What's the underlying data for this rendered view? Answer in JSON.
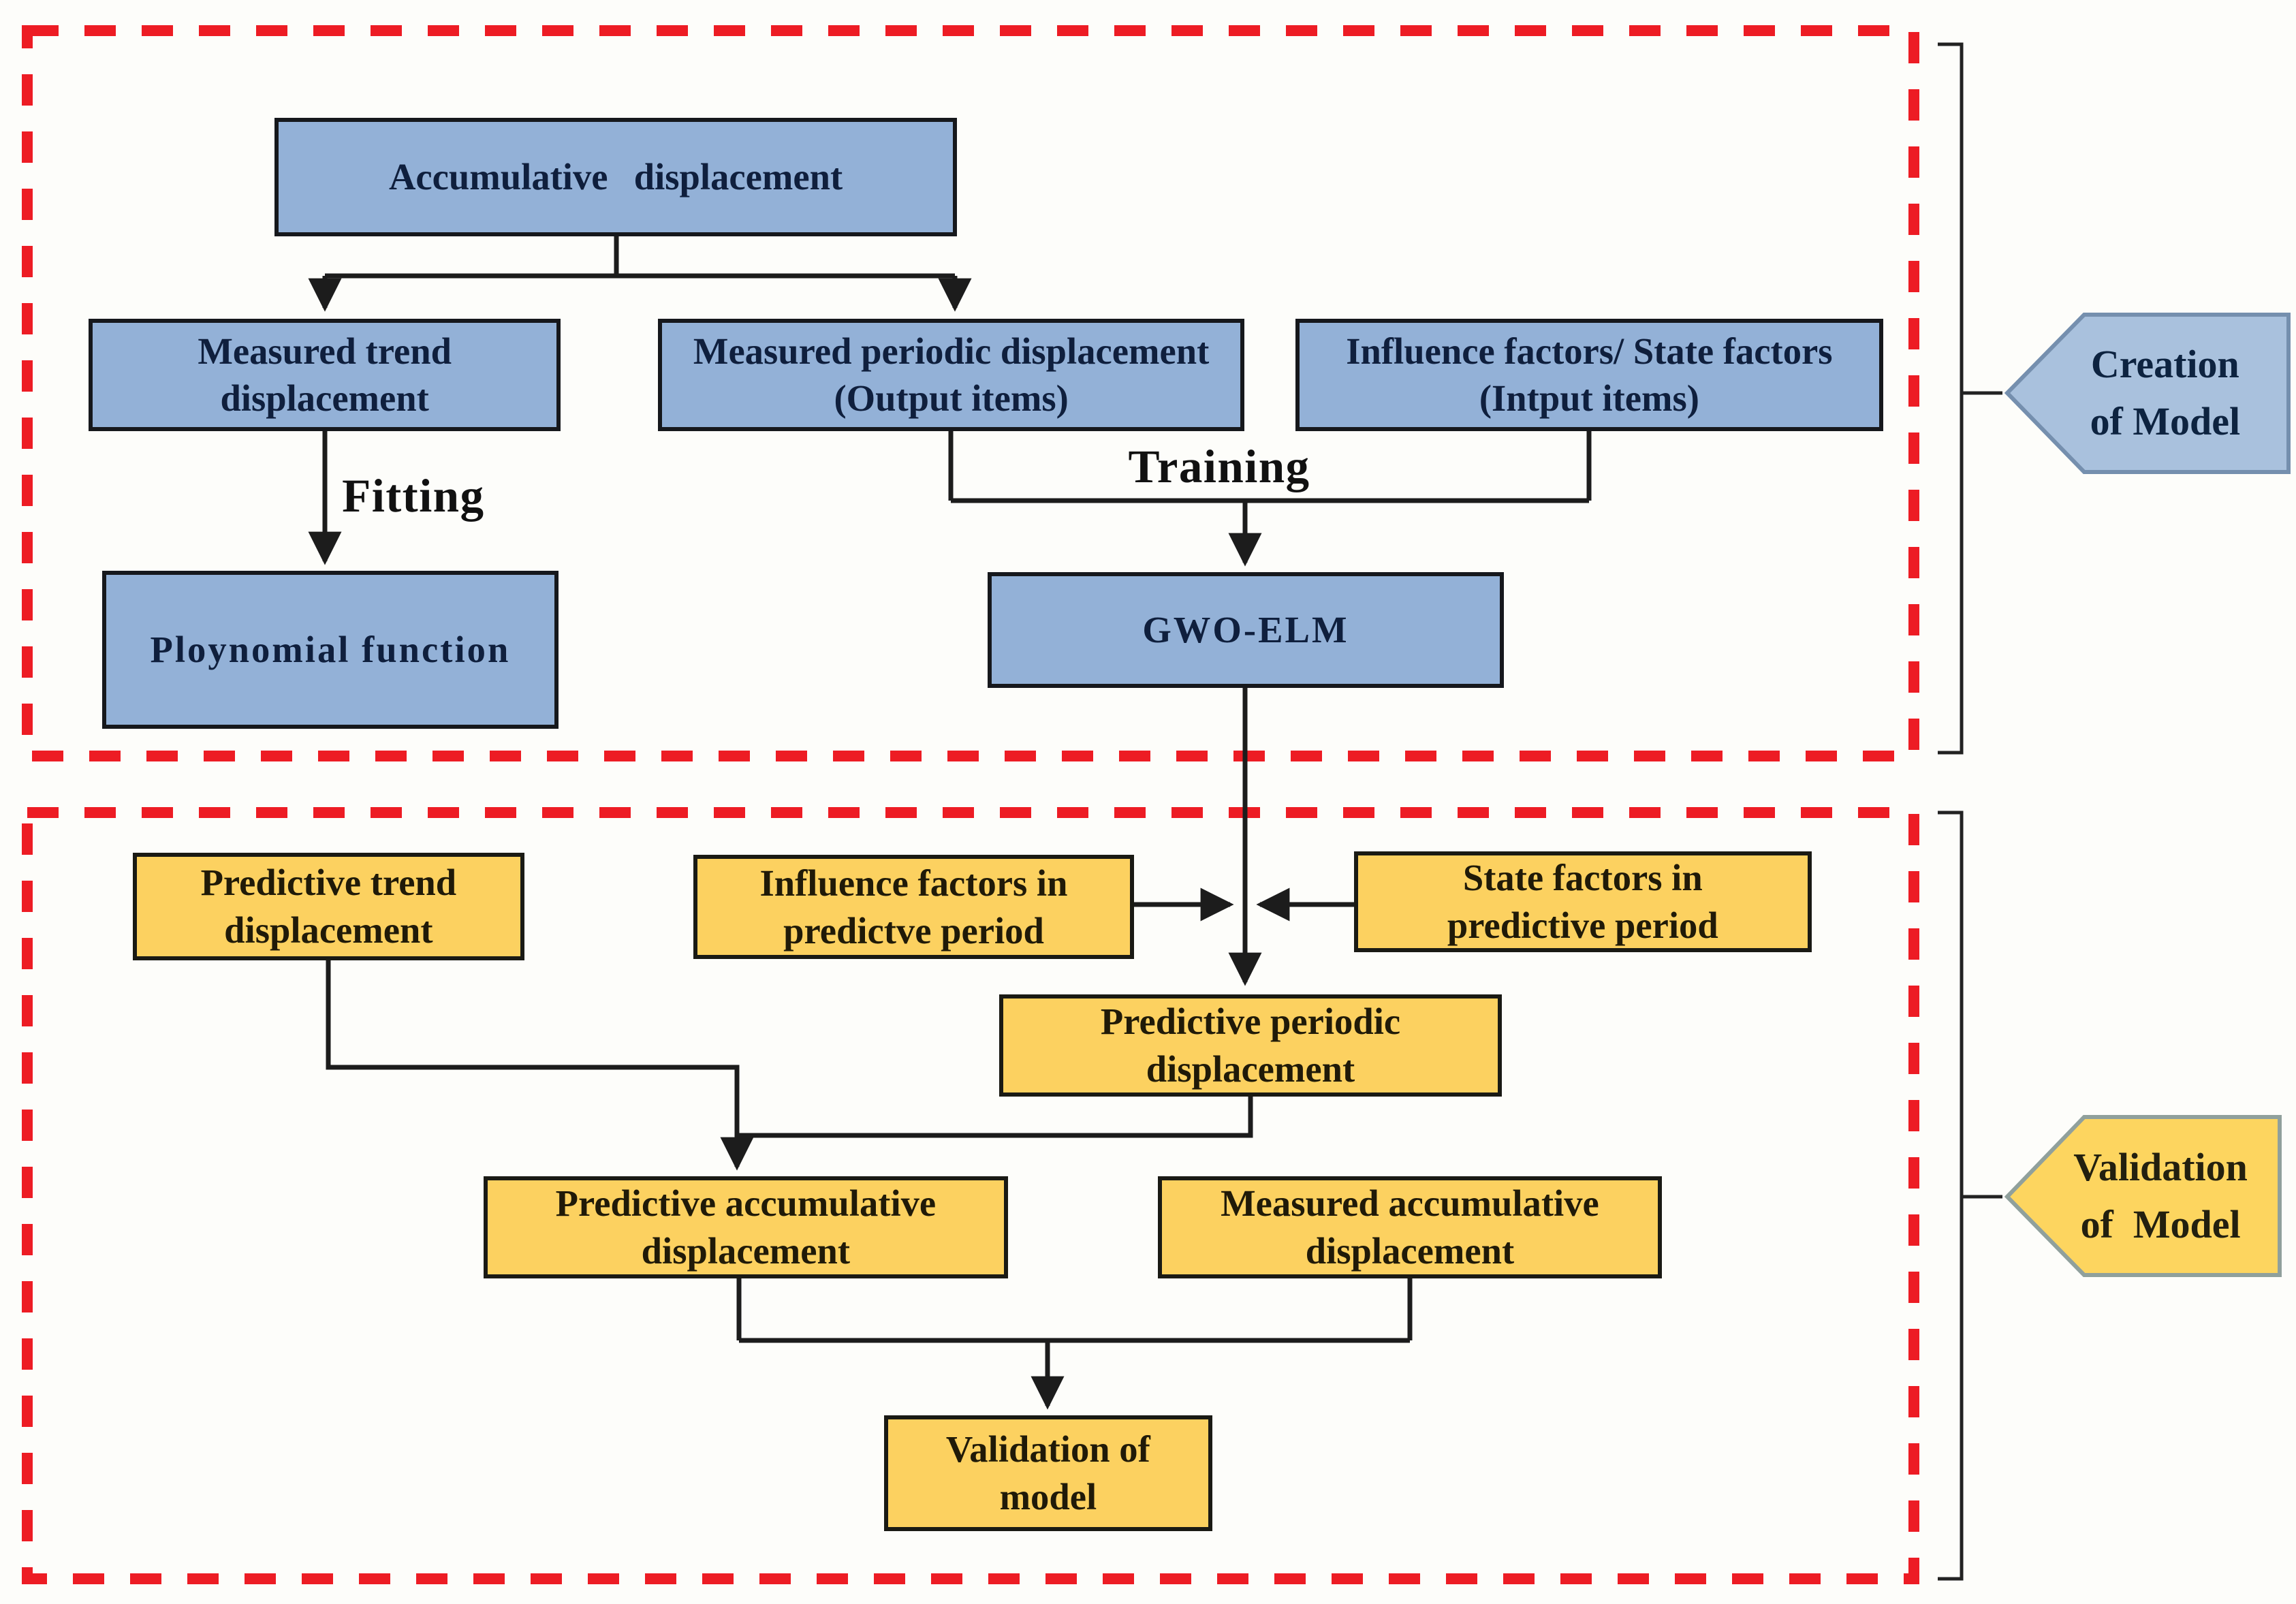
{
  "diagram": {
    "type": "flowchart",
    "background": "#fdfdfa",
    "colors": {
      "blue_box_fill": "#93b1d7",
      "yellow_box_fill": "#fcd160",
      "blue_tag_fill": "#a9c1dd",
      "yellow_tag_fill": "#fdd55f",
      "red_dashed_frame": "#ed1c24",
      "connector": "#1c1c1c"
    },
    "nodes": {
      "accumulative": {
        "line1": "Accumulative displacement"
      },
      "measured_trend": {
        "line1": "Measured trend",
        "line2": "displacement"
      },
      "measured_periodic": {
        "line1": "Measured periodic displacement",
        "line2": "(Output items)"
      },
      "influence_state": {
        "line1": "Influence factors/ State factors",
        "line2": "(Intput items)"
      },
      "ploynomial": {
        "line1": "Ploynomial function"
      },
      "gwo_elm": {
        "line1": "GWO-ELM"
      },
      "predictive_trend": {
        "line1": "Predictive trend",
        "line2": "displacement"
      },
      "influence_predictve": {
        "line1": "Influence factors in",
        "line2": "predictve period"
      },
      "state_predictive": {
        "line1": "State factors in",
        "line2": "predictive period"
      },
      "predictive_periodic": {
        "line1": "Predictive periodic",
        "line2": "displacement"
      },
      "predictive_accumulative": {
        "line1": "Predictive accumulative",
        "line2": "displacement"
      },
      "measured_accumulative": {
        "line1": "Measured accumulative",
        "line2": "displacement"
      },
      "validation_model": {
        "line1": "Validation of",
        "line2": "model"
      }
    },
    "edge_labels": {
      "fitting": "Fitting",
      "training": "Training"
    },
    "side_tags": {
      "creation": {
        "line1": "Creation",
        "line2": "of Model"
      },
      "validation": {
        "line1": "Validation",
        "line2": "of Model"
      }
    }
  }
}
